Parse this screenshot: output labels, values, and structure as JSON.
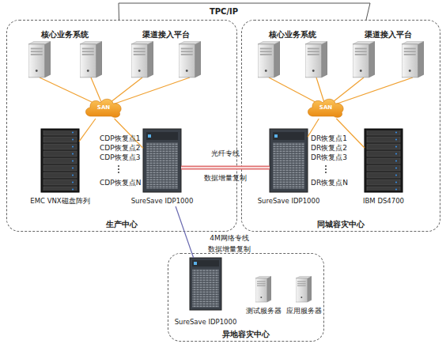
{
  "diagram": {
    "nodes": [
      {
        "text": [
          "生产中心"
        ]
      },
      {
        "text": [
          "SAN"
        ],
        "in": 0
      },
      {
        "text": [
          "EMC VNX磁盘阵列"
        ],
        "in": 0
      },
      {
        "text": [
          "SureSave IDP1000"
        ],
        "in": 0
      },
      {
        "text": [
          "同城容灾中心"
        ]
      },
      {
        "text": [
          "SAN"
        ],
        "in": 4
      },
      {
        "text": [
          "SureSave IDP1000"
        ],
        "in": 4
      },
      {
        "text": [
          "IBM DS4700"
        ],
        "in": 4
      },
      {
        "text": [
          "异地容灾中心"
        ]
      },
      {
        "text": [
          "SureSave IDP1000"
        ],
        "in": 8
      },
      {
        "text": [
          "测试服务器"
        ],
        "in": 8
      },
      {
        "text": [
          "应用服务器"
        ],
        "in": 8
      }
    ],
    "edges": [
      {
        "from": 0,
        "to": 4,
        "arrow": "none",
        "label": "TPC/IP"
      },
      {
        "from": 1,
        "to": 2,
        "arrow": "none"
      },
      {
        "from": 1,
        "to": 3,
        "arrow": "none"
      },
      {
        "from": 5,
        "to": 6,
        "arrow": "none"
      },
      {
        "from": 5,
        "to": 7,
        "arrow": "none"
      },
      {
        "from": 3,
        "to": 6,
        "arrow": "none",
        "label": "光纤专线"
      },
      {
        "from": 3,
        "to": 9,
        "arrow": "none",
        "label": "4M网络专线"
      }
    ],
    "labels": [
      "核心业务系统",
      "渠道接入平台",
      "核心业务系统",
      "渠道接入平台",
      "CDP恢复点1",
      "CDP恢复点2",
      "CDP恢复点3",
      "CDP恢复点N",
      "数据增量复制",
      "DR恢复点1",
      "DR恢复点2",
      "DR恢复点3",
      "DR恢复点N",
      "数据增量复制"
    ]
  }
}
